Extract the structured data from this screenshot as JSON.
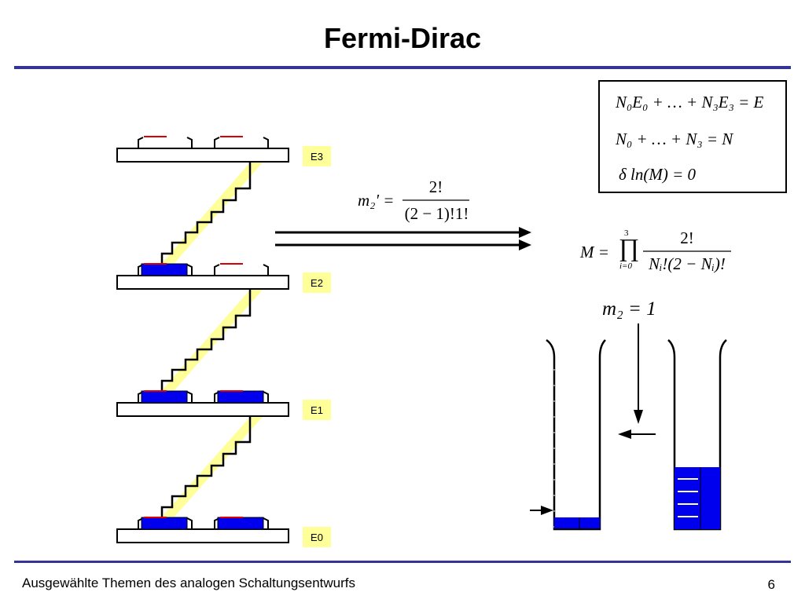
{
  "title": "Fermi-Dirac",
  "footer": "Ausgewählte Themen des analogen Schaltungsentwurfs",
  "page_number": "6",
  "levels": [
    {
      "label": "E3"
    },
    {
      "label": "E2"
    },
    {
      "label": "E1"
    },
    {
      "label": "E0"
    }
  ],
  "constraints": {
    "energy": "N₀E₀ + … + N₃E₃ = E",
    "particles": "N₀ + … + N₃ = N",
    "variation": "δ ln(M) = 0"
  },
  "formula_m2prime": {
    "lhs": "m₂' =",
    "numerator": "2!",
    "denominator": "(2 − 1)!1!"
  },
  "formula_M": {
    "lhs": "M =",
    "product_upper": "3",
    "product_symbol": "∏",
    "product_lower": "i=0",
    "numerator": "2!",
    "denominator": "Nᵢ!(2 − Nᵢ)!"
  },
  "m2_value": "m₂ = 1",
  "colors": {
    "accent_rule": "#33339a",
    "level_label_bg": "#ffff99",
    "electron_blue": "#0000ee",
    "hole_red": "#dd0000",
    "stair_fill": "#ffff99"
  }
}
